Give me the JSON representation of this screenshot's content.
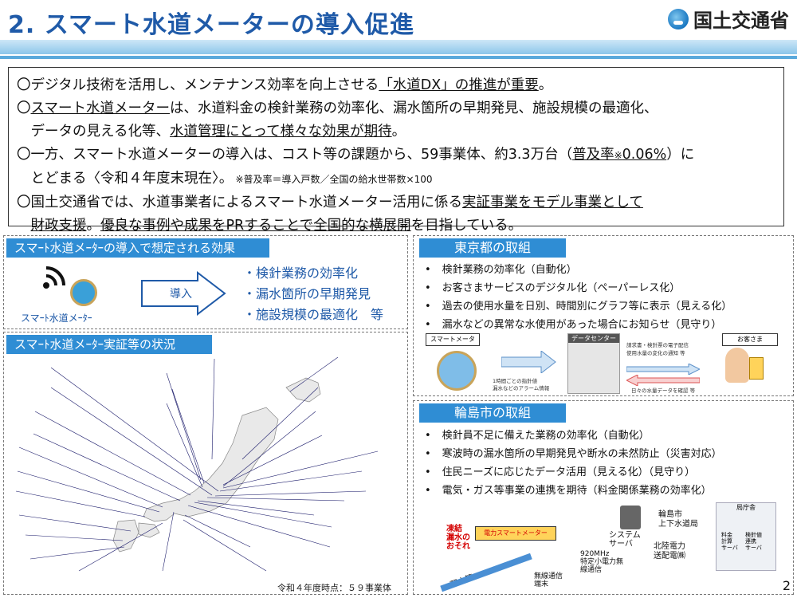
{
  "header": {
    "title": "2. スマート水道メーターの導入促進",
    "org": "国土交通省"
  },
  "summary": {
    "p1": [
      "〇デジタル技術を活用し、メンテナンス効率を向上させる",
      "「水道DX」の推進が重要",
      "。"
    ],
    "p2": [
      "〇",
      "スマート水道メーター",
      "は、水道料金の検針業務の効率化、漏水箇所の早期発見、施設規模の最適化、"
    ],
    "p2b": [
      "　データの見える化等、",
      "水道管理にとって様々な効果が期待",
      "。"
    ],
    "p3": "〇一方、スマート水道メーターの導入は、コスト等の課題から、59事業体、約3.3万台（",
    "p3_ul": "普及率",
    "p3_note": "※",
    "p3_ul2": "0.06%",
    "p3_end": "）に",
    "p3b": "　とどまる〈令和４年度末現在〉。",
    "p3b_note": "　※普及率＝導入戸数／全国の給水世帯数×100",
    "p4": [
      "〇国土交通省では、水道事業者によるスマート水道メーター活用に係る",
      "実証事業をモデル事業として"
    ],
    "p4b": [
      "財政支援",
      "。",
      "優良な事例や成果をPRすることで全国的な横展開",
      "を目指している。"
    ]
  },
  "effects": {
    "header": "スマｰﾄ水道メｰﾀｰの導入で想定される効果",
    "meter_label": "スマｰﾄ水道メｰﾀｰ",
    "arrow_label": "導入",
    "items": [
      "・検針業務の効率化",
      "・漏水箇所の早期発見",
      "・施設規模の最適化　等"
    ]
  },
  "map": {
    "header": "スマｰﾄ水道メｰﾀｰ実証等の状況",
    "note": "令和４年度時点：５９事業体"
  },
  "tokyo": {
    "header": "東京都の取組",
    "items": [
      "検針業務の効率化（自動化）",
      "お客さまサービスのデジタル化（ペーパーレス化）",
      "過去の使用水量を日別、時間別にグラフ等に表示（見える化）",
      "漏水などの異常な水使用があった場合にお知らせ（見守り）"
    ],
    "diagram": {
      "smart_meter": "スマートメータ",
      "data_center": "データセンター",
      "customer": "お客さま",
      "left_text": "1時間ごとの指針値\n漏水などのアラーム情報",
      "right_top": "請求書・検針票の電子配信\n使用水量の変化の通知 等",
      "right_bottom": "日々の水量データを確認 等"
    }
  },
  "wajima": {
    "header": "輪島市の取組",
    "items": [
      "検針員不足に備えた業務の効率化（自動化）",
      "寒波時の漏水箇所の早期発見や断水の未然防止（災害対応）",
      "住民ニーズに応じたデータ活用（見える化）（見守り）",
      "電気・ガス等事業の連携を期待（料金関係業務の効率化）"
    ],
    "diagram": {
      "leak": "凍結\n漏水の\nおそれ",
      "smart_meter": "電力スマートメーター",
      "pipe": "配水管",
      "wireless": "無線通信\n端末",
      "freq": "920MHz\n特定小電力無\n線通信",
      "system": "システム\nサーバ",
      "city": "輪島市\n上下水道局",
      "power": "北陸電力\n送配電㈱",
      "office": "局庁舎",
      "billing": "料金\n計算\nサーバ",
      "link": "検針値\n連携\nサーバ"
    }
  },
  "page_number": "2"
}
